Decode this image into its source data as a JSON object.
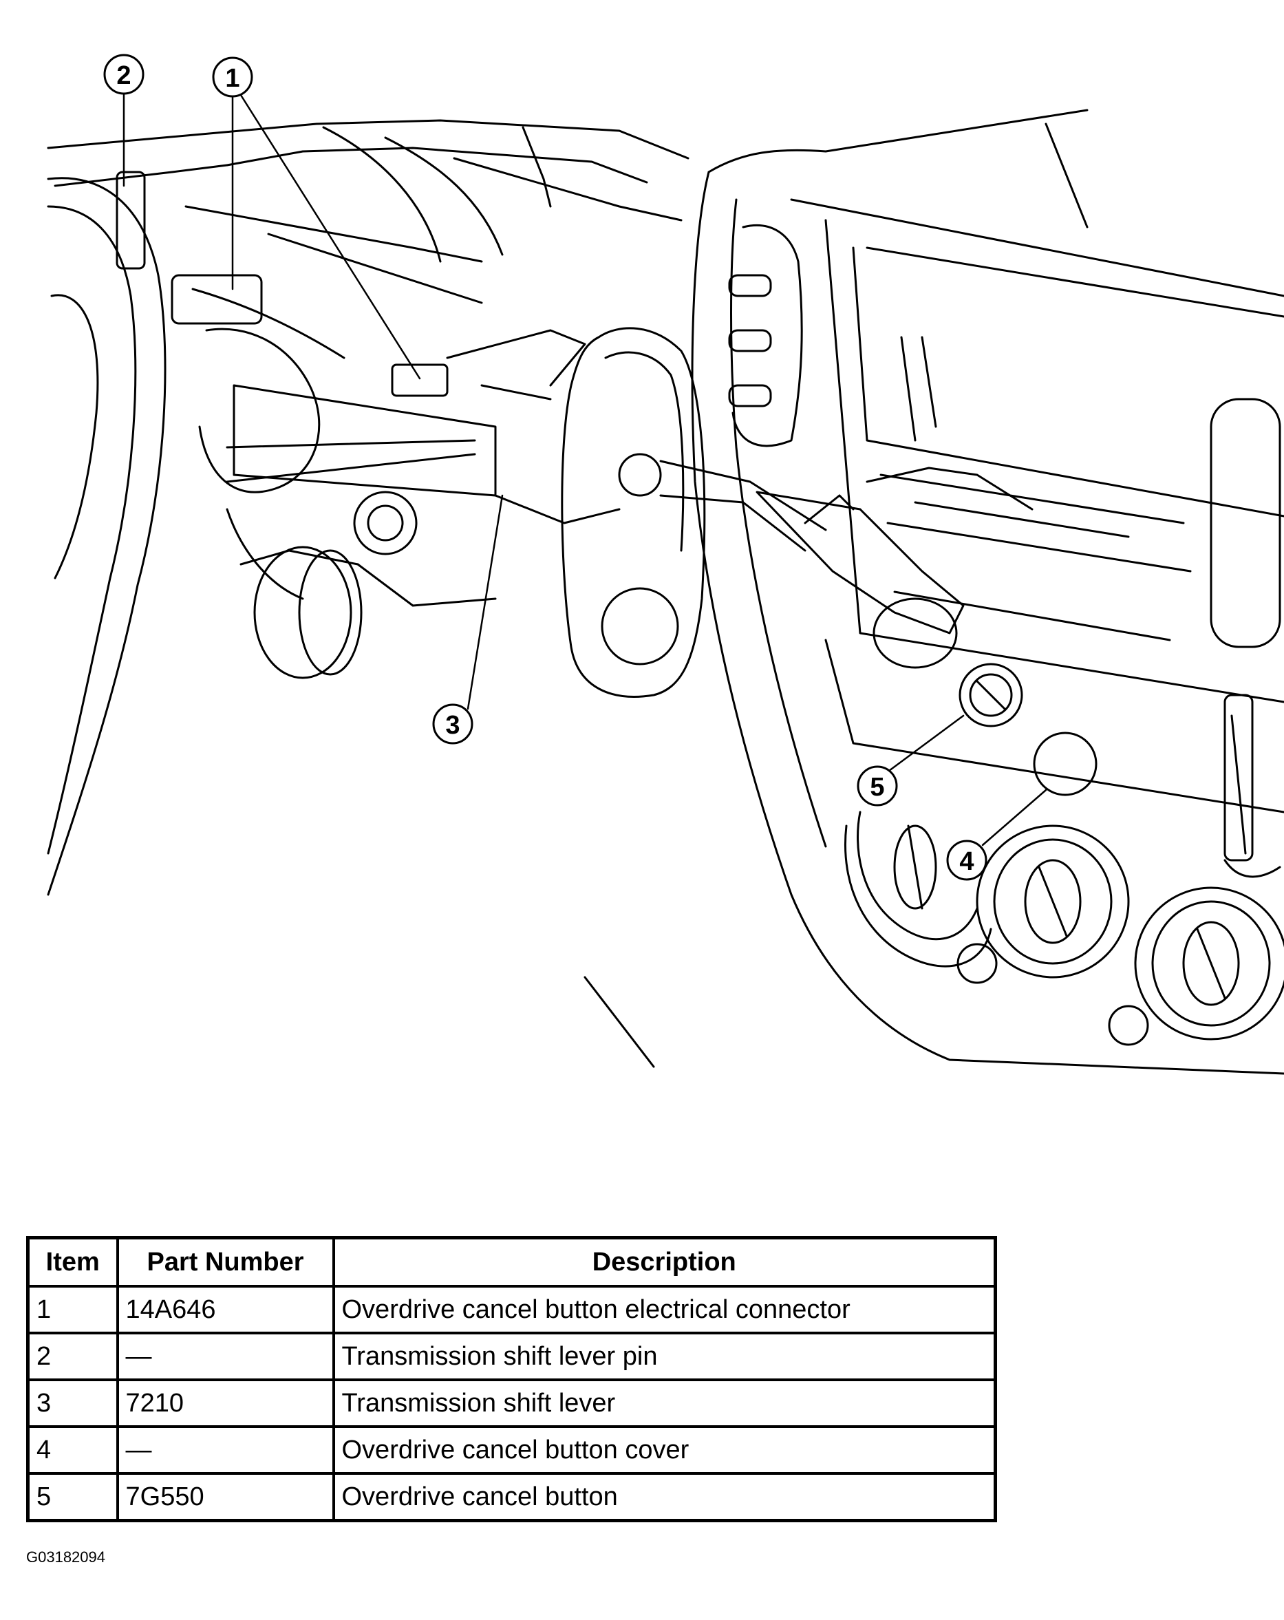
{
  "diagram": {
    "callouts": [
      {
        "id": "callout-1",
        "label": "1"
      },
      {
        "id": "callout-2",
        "label": "2"
      },
      {
        "id": "callout-3",
        "label": "3"
      },
      {
        "id": "callout-4",
        "label": "4"
      },
      {
        "id": "callout-5",
        "label": "5"
      }
    ]
  },
  "table": {
    "headers": [
      "Item",
      "Part Number",
      "Description"
    ],
    "rows": [
      {
        "item": "1",
        "part_number": "14A646",
        "description": "Overdrive cancel button electrical connector"
      },
      {
        "item": "2",
        "part_number": "—",
        "description": "Transmission shift lever pin"
      },
      {
        "item": "3",
        "part_number": "7210",
        "description": "Transmission shift lever"
      },
      {
        "item": "4",
        "part_number": "—",
        "description": "Overdrive cancel button cover"
      },
      {
        "item": "5",
        "part_number": "7G550",
        "description": "Overdrive cancel button"
      }
    ]
  },
  "figure_id": "G03182094"
}
